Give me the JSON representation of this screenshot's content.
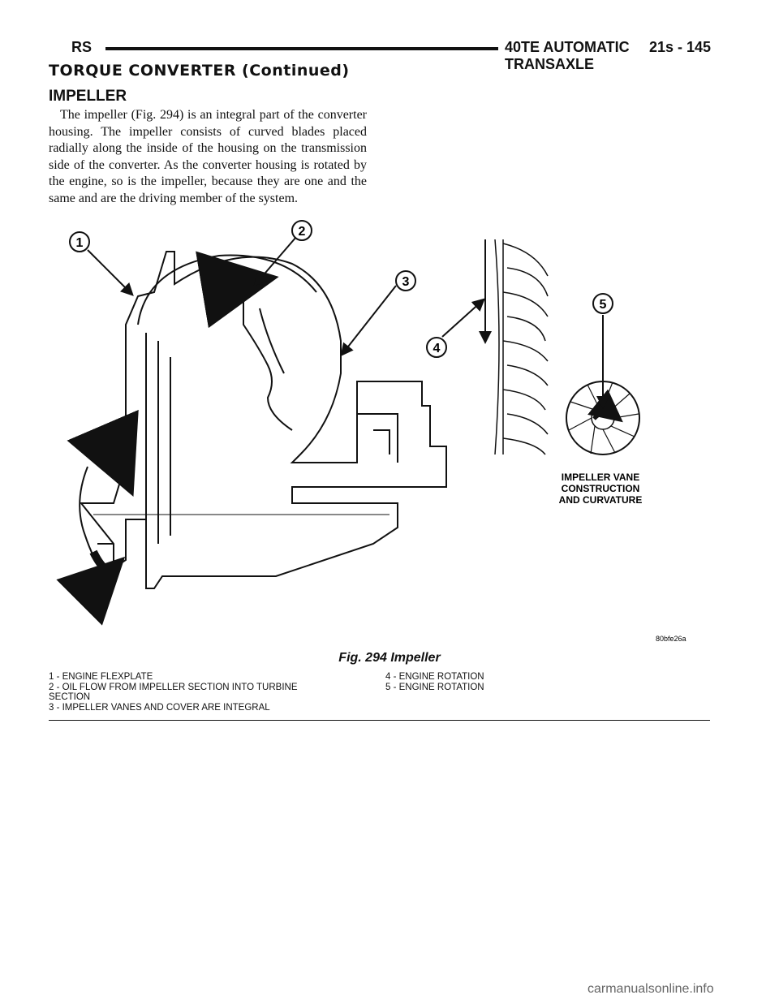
{
  "header": {
    "left": "RS",
    "title": "40TE AUTOMATIC TRANSAXLE",
    "page": "21s - 145"
  },
  "section_title": "TORQUE CONVERTER (Continued)",
  "subhead": "IMPELLER",
  "body_text": "The impeller (Fig. 294) is an integral part of the converter housing. The impeller consists of curved blades placed radially along the inside of the housing on the transmission side of the converter. As the converter housing is rotated by the engine, so is the impeller, because they are one and the same and are the driving member of the system.",
  "figure": {
    "callouts": [
      "1",
      "2",
      "3",
      "4",
      "5"
    ],
    "inset_label": [
      "IMPELLER VANE",
      "CONSTRUCTION",
      "AND CURVATURE"
    ],
    "code": "80bfe26a",
    "caption": "Fig. 294 Impeller"
  },
  "legend": {
    "col1": [
      "1 - ENGINE FLEXPLATE",
      "2 - OIL FLOW FROM IMPELLER SECTION INTO TURBINE SECTION",
      "3 - IMPELLER VANES AND COVER ARE INTEGRAL"
    ],
    "col2": [
      "4 - ENGINE ROTATION",
      "5 - ENGINE ROTATION"
    ]
  },
  "watermark": "carmanualsonline.info"
}
